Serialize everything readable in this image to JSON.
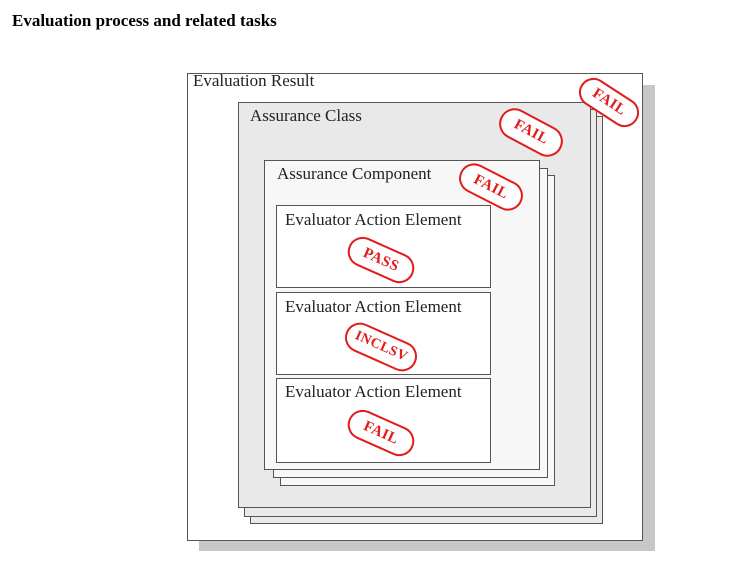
{
  "title": "Evaluation process and related tasks",
  "diagram": {
    "evaluation_result": {
      "label": "Evaluation Result",
      "status": "FAIL"
    },
    "assurance_class": {
      "label": "Assurance Class",
      "status": "FAIL"
    },
    "assurance_component": {
      "label": "Assurance Component",
      "status": "FAIL"
    },
    "action_elements": [
      {
        "label": "Evaluator Action Element",
        "status": "PASS"
      },
      {
        "label": "Evaluator Action Element",
        "status": "INCLSV"
      },
      {
        "label": "Evaluator Action Element",
        "status": "FAIL"
      }
    ]
  },
  "colors": {
    "stamp": "#e21b1b",
    "class_fill": "#e9e9e9",
    "component_fill": "#f7f7f7",
    "shadow": "#c7c7c7"
  }
}
